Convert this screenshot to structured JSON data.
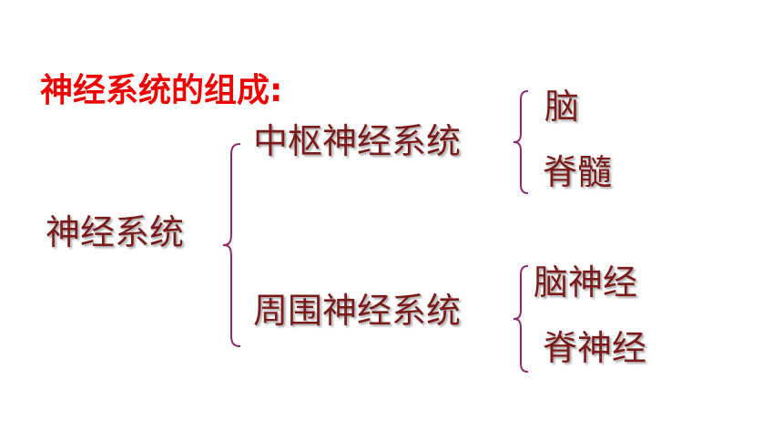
{
  "colors": {
    "heading": "#ee0000",
    "text": "#7a1a1a",
    "brace": "#8a2a6a"
  },
  "heading": "神经系统的组成:",
  "root": "神经系统",
  "branches": [
    {
      "label": "中枢神经系统",
      "children": [
        "脑",
        "脊髓"
      ]
    },
    {
      "label": "周围神经系统",
      "children": [
        "脑神经",
        "脊神经"
      ]
    }
  ]
}
